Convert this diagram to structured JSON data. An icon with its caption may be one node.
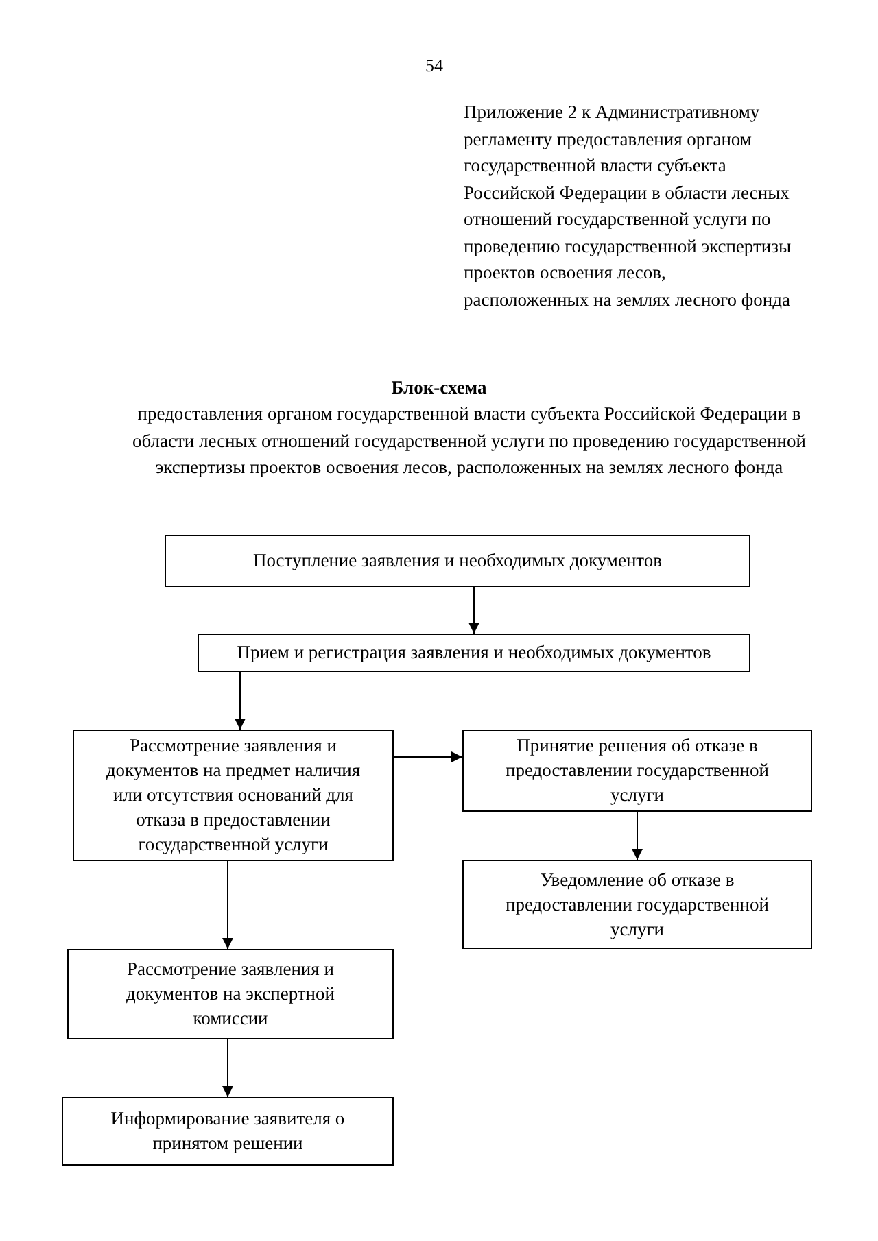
{
  "diagram": {
    "title": "Блок-схема",
    "nodes": [
      {
        "text": [
          "Поступление заявления и необходимых документов"
        ]
      },
      {
        "text": [
          "Прием и регистрация заявления и необходимых документов"
        ]
      },
      {
        "text": [
          "Рассмотрение заявления и документов на предмет наличия или отсутствия оснований для отказа в предоставлении государственной услуги"
        ]
      },
      {
        "text": [
          "Принятие решения об отказе в предоставлении государственной услуги"
        ]
      },
      {
        "text": [
          "Уведомление об отказе в предоставлении государственной услуги"
        ]
      },
      {
        "text": [
          "Рассмотрение заявления и документов на экспертной комиссии"
        ]
      },
      {
        "text": [
          "Информирование заявителя о принятом решении"
        ]
      }
    ],
    "edges": [
      {
        "from": 0,
        "to": 1,
        "arrow": "to"
      },
      {
        "from": 1,
        "to": 2,
        "arrow": "to"
      },
      {
        "from": 2,
        "to": 3,
        "arrow": "to"
      },
      {
        "from": 3,
        "to": 4,
        "arrow": "to"
      },
      {
        "from": 2,
        "to": 5,
        "arrow": "to"
      },
      {
        "from": 5,
        "to": 6,
        "arrow": "to"
      }
    ],
    "labels": [
      "54",
      "Приложение 2 к Административному регламенту предоставления органом государственной власти субъекта Российской Федерации в области лесных отношений государственной услуги по проведению государственной экспертизы проектов освоения лесов, расположенных на землях лесного фонда",
      "предоставления органом государственной власти субъекта Российской Федерации в области лесных отношений государственной услуги по проведению государственной экспертизы проектов освоения лесов, расположенных на землях лесного фонда"
    ]
  }
}
